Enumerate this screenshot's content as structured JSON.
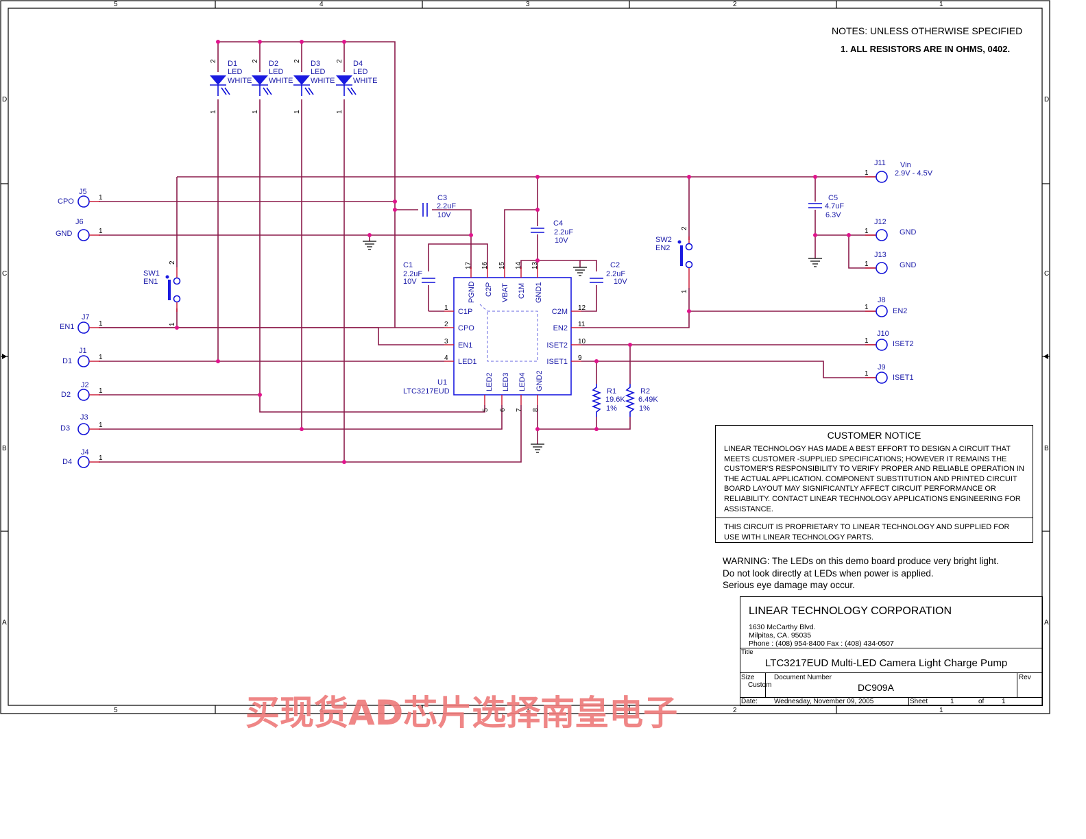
{
  "notes": {
    "header": "NOTES: UNLESS OTHERWISE SPECIFIED",
    "item1": "1.  ALL RESISTORS ARE IN OHMS, 0402."
  },
  "border": {
    "columns": [
      "5",
      "4",
      "3",
      "2",
      "1"
    ],
    "rows": [
      "D",
      "C",
      "B",
      "A"
    ]
  },
  "leds": [
    {
      "ref": "D1",
      "type": "LED",
      "color": "WHITE"
    },
    {
      "ref": "D2",
      "type": "LED",
      "color": "WHITE"
    },
    {
      "ref": "D3",
      "type": "LED",
      "color": "WHITE"
    },
    {
      "ref": "D4",
      "type": "LED",
      "color": "WHITE"
    }
  ],
  "left_jumpers": [
    {
      "ref": "J5",
      "net": "CPO",
      "pin": "1"
    },
    {
      "ref": "J6",
      "net": "GND",
      "pin": "1"
    },
    {
      "ref": "J7",
      "net": "EN1",
      "pin": "1"
    },
    {
      "ref": "J1",
      "net": "D1",
      "pin": "1"
    },
    {
      "ref": "J2",
      "net": "D2",
      "pin": "1"
    },
    {
      "ref": "J3",
      "net": "D3",
      "pin": "1"
    },
    {
      "ref": "J4",
      "net": "D4",
      "pin": "1"
    }
  ],
  "right_jumpers": [
    {
      "ref": "J11",
      "net": "Vin",
      "net2": "2.9V - 4.5V",
      "pin": "1"
    },
    {
      "ref": "J12",
      "net": "GND",
      "pin": "1"
    },
    {
      "ref": "J13",
      "net": "GND",
      "pin": "1"
    },
    {
      "ref": "J8",
      "net": "EN2",
      "pin": "1"
    },
    {
      "ref": "J10",
      "net": "ISET2",
      "pin": "1"
    },
    {
      "ref": "J9",
      "net": "ISET1",
      "pin": "1"
    }
  ],
  "switches": [
    {
      "ref": "SW1",
      "net": "EN1"
    },
    {
      "ref": "SW2",
      "net": "EN2"
    }
  ],
  "capacitors": [
    {
      "ref": "C1",
      "value": "2.2uF",
      "rating": "10V"
    },
    {
      "ref": "C2",
      "value": "2.2uF",
      "rating": "10V"
    },
    {
      "ref": "C3",
      "value": "2.2uF",
      "rating": "10V"
    },
    {
      "ref": "C4",
      "value": "2.2uF",
      "rating": "10V"
    },
    {
      "ref": "C5",
      "value": "4.7uF",
      "rating": "6.3V"
    }
  ],
  "resistors": [
    {
      "ref": "R1",
      "value": "19.6K",
      "tol": "1%"
    },
    {
      "ref": "R2",
      "value": "6.49K",
      "tol": "1%"
    }
  ],
  "ic": {
    "ref": "U1",
    "part": "LTC3217EUD",
    "left_pins": [
      {
        "num": "1",
        "name": "C1P"
      },
      {
        "num": "2",
        "name": "CPO"
      },
      {
        "num": "3",
        "name": "EN1"
      },
      {
        "num": "4",
        "name": "LED1"
      }
    ],
    "right_pins": [
      {
        "num": "12",
        "name": "C2M"
      },
      {
        "num": "11",
        "name": "EN2"
      },
      {
        "num": "10",
        "name": "ISET2"
      },
      {
        "num": "9",
        "name": "ISET1"
      }
    ],
    "top_pins": [
      {
        "num": "17",
        "name": "PGND"
      },
      {
        "num": "16",
        "name": "C2P"
      },
      {
        "num": "15",
        "name": "VBAT"
      },
      {
        "num": "14",
        "name": "C1M"
      },
      {
        "num": "13",
        "name": "GND1"
      }
    ],
    "bottom_pins": [
      {
        "num": "5",
        "name": "LED2"
      },
      {
        "num": "6",
        "name": "LED3"
      },
      {
        "num": "7",
        "name": "LED4"
      },
      {
        "num": "8",
        "name": "GND2"
      }
    ]
  },
  "customer_notice": {
    "title": "CUSTOMER NOTICE",
    "body": "LINEAR TECHNOLOGY HAS MADE A BEST EFFORT TO DESIGN A CIRCUIT THAT MEETS CUSTOMER -SUPPLIED SPECIFICATIONS; HOWEVER IT REMAINS THE CUSTOMER'S RESPONSIBILITY TO VERIFY PROPER AND RELIABLE OPERATION IN THE ACTUAL APPLICATION. COMPONENT SUBSTITUTION AND PRINTED CIRCUIT BOARD LAYOUT MAY SIGNIFICANTLY AFFECT CIRCUIT PERFORMANCE OR RELIABILITY. CONTACT LINEAR TECHNOLOGY APPLICATIONS ENGINEERING FOR ASSISTANCE.",
    "proprietary": "THIS CIRCUIT IS PROPRIETARY TO LINEAR TECHNOLOGY AND SUPPLIED FOR USE WITH LINEAR TECHNOLOGY PARTS."
  },
  "warning": {
    "line1": "WARNING: The LEDs on this demo board produce very bright light.",
    "line2": "Do not look directly at LEDs when power is applied.",
    "line3": "Serious eye damage may occur."
  },
  "title_block": {
    "company": "LINEAR TECHNOLOGY CORPORATION",
    "address1": "1630 McCarthy Blvd.",
    "address2": "Milpitas, CA. 95035",
    "phone": "Phone : (408) 954-8400  Fax : (408) 434-0507",
    "title_label": "Title",
    "title": "LTC3217EUD Multi-LED Camera Light Charge Pump",
    "size_label": "Size",
    "size": "Custom",
    "docnum_label": "Document Number",
    "docnum": "DC909A",
    "rev_label": "Rev",
    "date_label": "Date:",
    "date": "Wednesday, November 09, 2005",
    "sheet_label": "Sheet",
    "sheet": "1",
    "of_label": "of",
    "sheets": "1"
  },
  "watermark": "买现货AD芯片选择南皇电子"
}
